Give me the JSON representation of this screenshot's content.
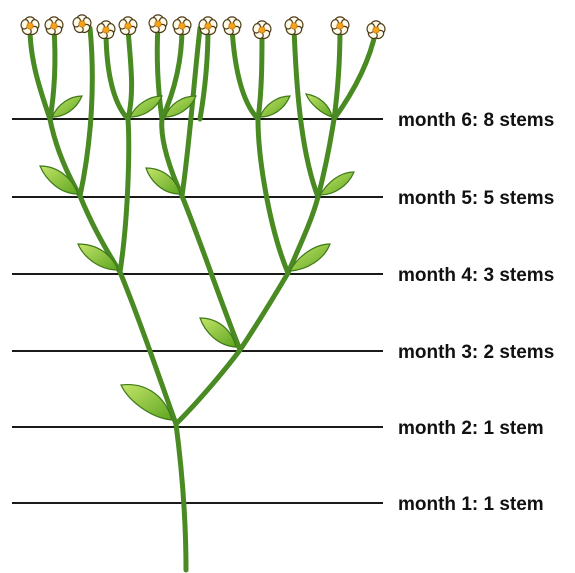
{
  "colors": {
    "stem": "#4a8a22",
    "leaf_light": "#c5e56a",
    "leaf_dark": "#5da51f",
    "leaf_edge": "#3f7a1a",
    "petal": "#fffbe8",
    "petal_edge": "#4a3a1a",
    "flower_center": "#f5a21b",
    "line": "#1a1a1a"
  },
  "months": [
    {
      "label": "month 1: 1 stem"
    },
    {
      "label": "month 2: 1 stem"
    },
    {
      "label": "month 3: 2 stems"
    },
    {
      "label": "month 4: 3 stems"
    },
    {
      "label": "month 5: 5 stems"
    },
    {
      "label": "month 6: 8 stems"
    }
  ]
}
